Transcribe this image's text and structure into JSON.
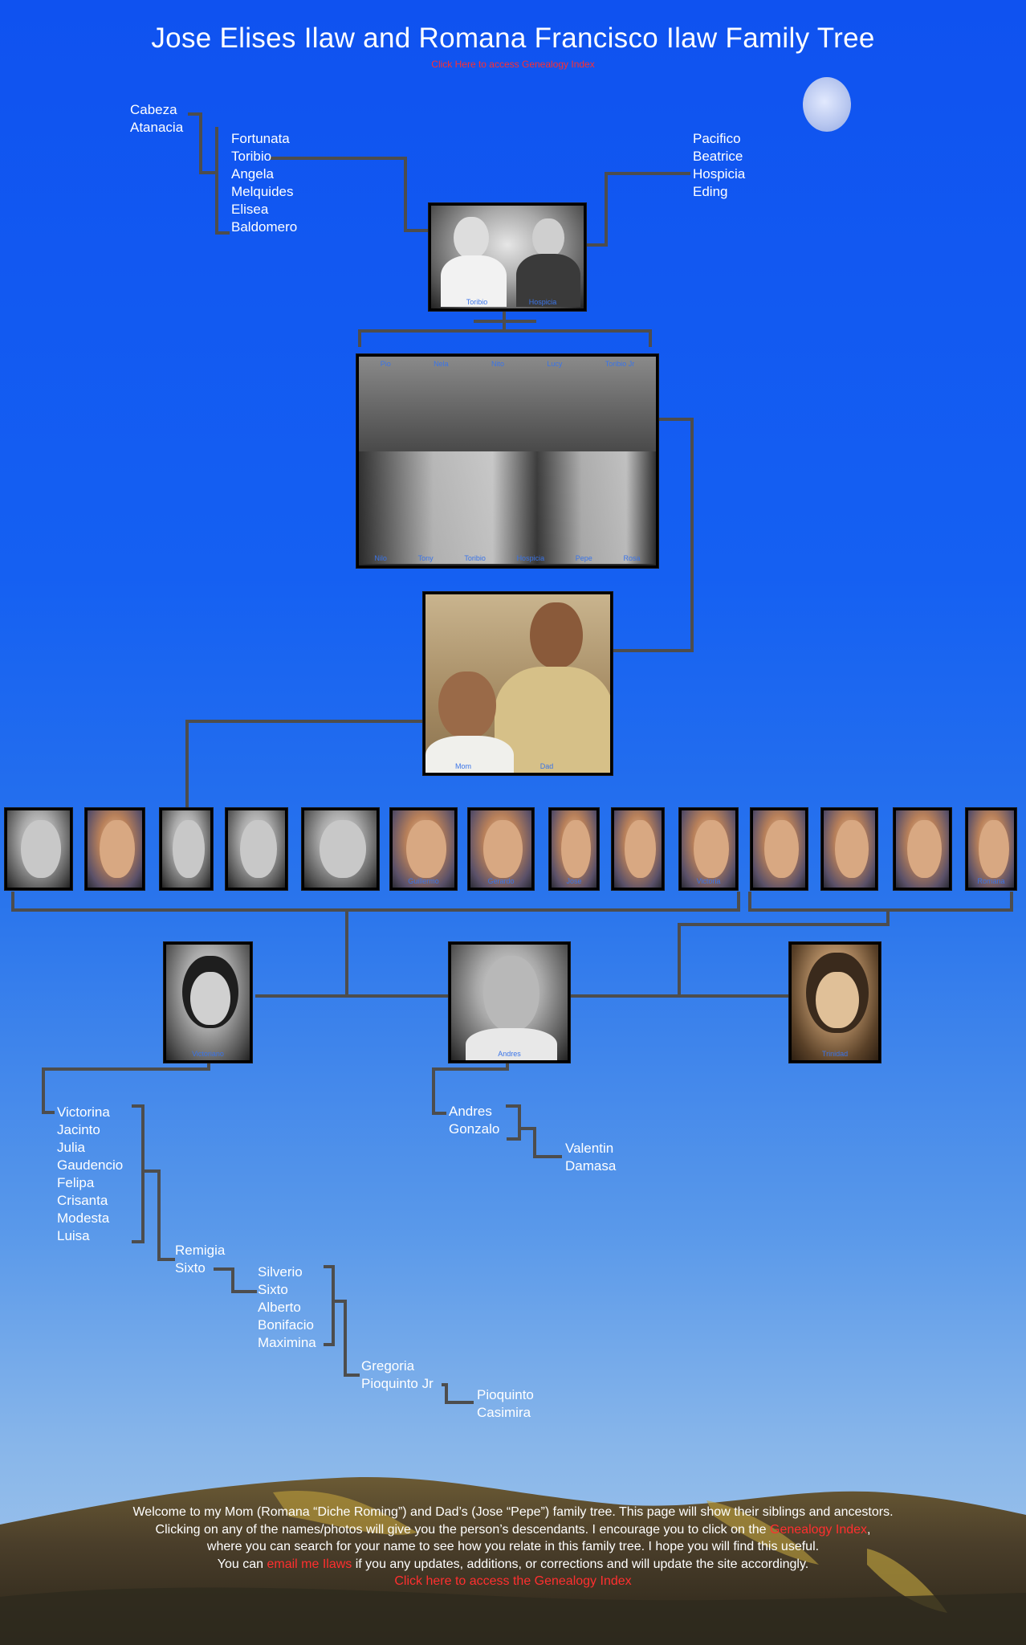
{
  "title": "Jose Elises Ilaw and Romana Francisco Ilaw Family Tree",
  "top_link": "Click Here to access Genealogy Index",
  "ancestors_left_outer": [
    "Cabeza",
    "Atanacia"
  ],
  "ancestors_left_inner": [
    "Fortunata",
    "Toribio",
    "Angela",
    "Melquides",
    "Elisea",
    "Baldomero"
  ],
  "ancestors_right": [
    "Pacifico",
    "Beatrice",
    "Hospicia",
    "Eding"
  ],
  "photos": {
    "parents_caption_left": "Toribio",
    "parents_caption_right": "Hospicia",
    "group_top_captions": [
      "Pio",
      "Nela",
      "Nito",
      "Lucy",
      "Toribio Jr"
    ],
    "group_bottom_captions": [
      "Nilo",
      "Tony",
      "Toribio",
      "Hospicia",
      "Pepe",
      "Rosa"
    ],
    "mom_caption": "Mom",
    "dad_caption": "Dad",
    "row_captions": [
      "",
      "",
      "",
      "",
      "",
      "Guillermo",
      "Gerardo",
      "Jose",
      "",
      "Victoria",
      "",
      "",
      "",
      "Romana"
    ],
    "gen_left_caption": "Victoriano",
    "gen_center_caption": "Andres",
    "gen_right_caption": "Trinidad"
  },
  "desc_left_a": [
    "Victorina",
    "Jacinto",
    "Julia",
    "Gaudencio",
    "Felipa",
    "Crisanta",
    "Modesta",
    "Luisa"
  ],
  "desc_left_b": [
    "Remigia",
    "Sixto"
  ],
  "desc_left_c": [
    "Silverio",
    "Sixto",
    "Alberto",
    "Bonifacio",
    "Maximina"
  ],
  "desc_left_d": [
    "Gregoria",
    "Pioquinto Jr"
  ],
  "desc_left_e": [
    "Pioquinto",
    "Casimira"
  ],
  "desc_center_a": [
    "Andres",
    "Gonzalo"
  ],
  "desc_center_b": [
    "Valentin",
    "Damasa"
  ],
  "intro": {
    "line1": "Welcome to my Mom (Romana “Diche Roming”) and Dad’s (Jose “Pepe”) family tree. This page will show their siblings and ancestors.",
    "line2_a": "Clicking on any of the names/photos will give you the person’s descendants. I encourage you to click on the ",
    "line2_link": "Genealogy Index",
    "line2_b": ",",
    "line3": "where you can search for your name to see how you relate in this family tree. I hope you will find this useful.",
    "line4_a": "You can ",
    "line4_link": "email me Ilaws",
    "line4_b": " if you any updates, additions, or corrections and will update the site accordingly.",
    "bottom_link": "Click here to access the Genealogy Index"
  },
  "colors": {
    "link": "#ff2f2f",
    "connector": "#4a4a4a",
    "caption": "#3a74e8"
  }
}
